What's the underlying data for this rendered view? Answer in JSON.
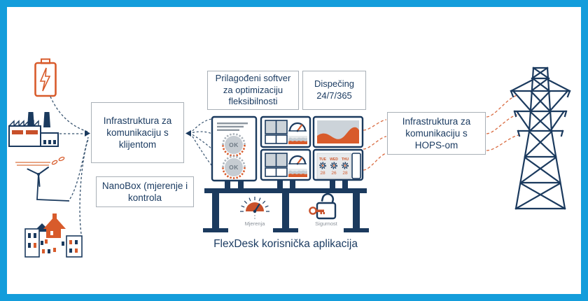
{
  "colors": {
    "frame_blue": "#149ddb",
    "navy": "#1b3a5e",
    "orange": "#d85b2b",
    "panel_gray": "#ccd3d9"
  },
  "boxes": {
    "client_infrastructure": "Infrastruktura za komunikaciju s klijentom",
    "nanobox": "NanoBox (mjerenje i kontrola",
    "custom_software": "Prilagođeni softver za optimizaciju fleksibilnosti",
    "dispatching": "Dispečing 24/7/365",
    "hops_infrastructure": "Infrastruktura za komunikaciju s HOPS-om"
  },
  "dashboard": {
    "ok_badge_1": "OK",
    "ok_badge_2": "OK",
    "forecast_days": [
      "TUE",
      "WED",
      "THU"
    ],
    "forecast_values": [
      "28",
      "26",
      "28"
    ]
  },
  "footer": {
    "measurements_label": "Mjerenja",
    "security_label": "Sigurnost",
    "caption": "FlexDesk korisnička aplikacija"
  },
  "icons": {
    "left_sources": [
      "battery",
      "factory",
      "wind-turbine",
      "houses"
    ],
    "flexdesk": [
      "gauge",
      "padlock-key"
    ],
    "right": [
      "transmission-tower"
    ]
  }
}
